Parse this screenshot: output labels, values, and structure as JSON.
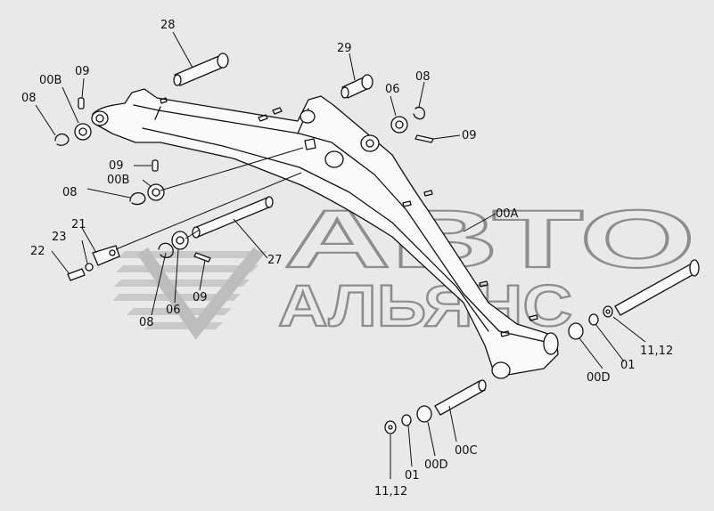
{
  "watermark": {
    "line1": "АВТО",
    "line2": "АЛЬЯНС",
    "logo": "auto-alliance-logo"
  },
  "callouts": {
    "c28": "28",
    "c29": "29",
    "c00B_top": "00B",
    "c09_top": "09",
    "c08_top": "08",
    "c06_right": "06",
    "c08_right": "08",
    "c09_right": "09",
    "c09_mid": "09",
    "c00B_mid": "00B",
    "c08_mid": "08",
    "c21": "21",
    "c23": "23",
    "c22": "22",
    "c27": "27",
    "c08_low": "08",
    "c06_low": "06",
    "c09_low": "09",
    "c00A": "00A",
    "c00D_right": "00D",
    "c01_right": "01",
    "c1112_right": "11,12",
    "c00C": "00C",
    "c00D_bottom": "00D",
    "c01_bottom": "01",
    "c1112_bottom": "11,12"
  },
  "colors": {
    "background": "#e9e9e9",
    "ink": "#111111",
    "watermark": "#8d8d8d"
  }
}
